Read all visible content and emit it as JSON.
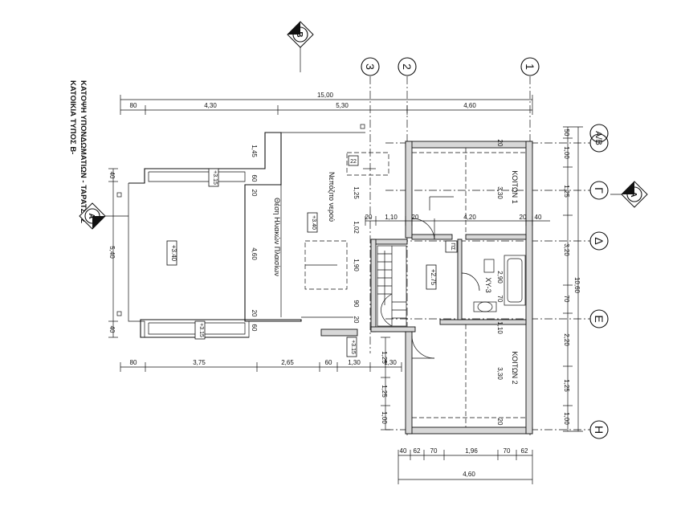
{
  "title": {
    "line1": "ΚΑΤΟΙΚΙΑ ΤΥΠΟΣ Β-",
    "line2": "ΚΑΤΟΨΗ ΥΠΟΝΔΩΜΑΤΙΩΝ - ΤΑΡΑΤΣΑΣ"
  },
  "grid_markers": {
    "cols": [
      "1",
      "2",
      "3"
    ],
    "rows": [
      "Α/Β",
      "Γ",
      "Δ",
      "Ε",
      "Η"
    ],
    "sections": [
      "Α",
      "Β"
    ]
  },
  "rooms": {
    "bedroom1": "ΚΟΙΤΩΝ 1",
    "bedroom2": "ΚΟΙΤΩΝ 2",
    "wc": "ΧΥ-3",
    "closet": "ΠΣ",
    "water_tank": "Νεπόζιτο νερού",
    "solar": "Θέση Ηλιακών Πλαισίων"
  },
  "levels": {
    "terrace": "+3.40",
    "terrace2": "+3.40",
    "upper": "+3.15",
    "upper2": "+3.15",
    "upper3": "+3.15",
    "floor": "+2.75",
    "box22": "22"
  },
  "dims_top": {
    "total": "15,00",
    "d1": "80",
    "d2": "4,30",
    "d3": "5,30",
    "d4": "4,60"
  },
  "dims_bottom": {
    "d1": "80",
    "d2": "3,75",
    "d3": "2,65",
    "d4": "60",
    "d5": "1,30",
    "d6": "1,30"
  },
  "dims_right": {
    "d1": "50",
    "d2": "1,00",
    "d3": "1,25",
    "d4": "3,20",
    "d5": "70",
    "d6": "2,20",
    "d7": "1,25",
    "d8": "1,00",
    "total": "10,60"
  },
  "dims_left": {
    "d1": "40",
    "d2": "5,40",
    "d3": "40"
  },
  "dims_below": {
    "d1": "40",
    "d2": "62",
    "d3": "70",
    "d4": "1,96",
    "d5": "70",
    "d6": "62",
    "total": "4,60"
  },
  "dims_interior": {
    "a": "1,45",
    "b": "60",
    "c": "20",
    "d": "1,25",
    "e": "1,02",
    "f": "4,60",
    "g": "1,90",
    "h": "90",
    "i": "20",
    "j": "60",
    "k": "20",
    "l": "1,10",
    "m": "20",
    "n": "4,20",
    "o": "20",
    "p": "40",
    "q": "3,30",
    "r": "3,30",
    "s": "20",
    "t": "20",
    "u": "1,25",
    "v": "1,25",
    "w": "1,00",
    "x": "2,90",
    "y": "70",
    "z": "20",
    "aa": "1,10"
  }
}
